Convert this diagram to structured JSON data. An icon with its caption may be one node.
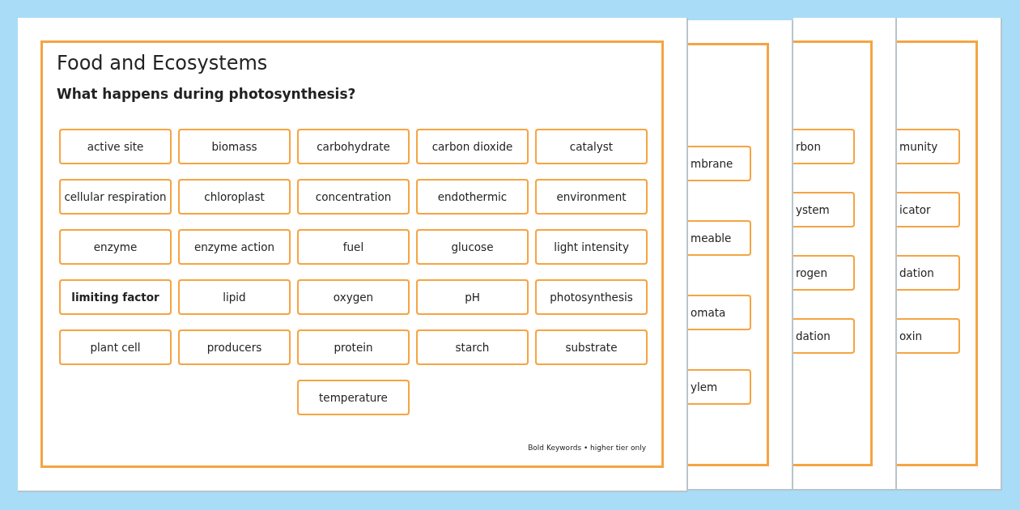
{
  "diagram": {
    "nodes": [
      {
        "text": [
          "Food and Ecosystems",
          "What happens during photosynthesis?"
        ]
      },
      {
        "text": [
          "active site"
        ],
        "in": 0
      },
      {
        "text": [
          "biomass"
        ],
        "in": 0
      },
      {
        "text": [
          "carbohydrate"
        ],
        "in": 0
      },
      {
        "text": [
          "carbon dioxide"
        ],
        "in": 0
      },
      {
        "text": [
          "catalyst"
        ],
        "in": 0
      },
      {
        "text": [
          "cellular respiration"
        ],
        "in": 0
      },
      {
        "text": [
          "chloroplast"
        ],
        "in": 0
      },
      {
        "text": [
          "concentration"
        ],
        "in": 0
      },
      {
        "text": [
          "endothermic"
        ],
        "in": 0
      },
      {
        "text": [
          "environment"
        ],
        "in": 0
      },
      {
        "text": [
          "enzyme"
        ],
        "in": 0
      },
      {
        "text": [
          "enzyme action"
        ],
        "in": 0
      },
      {
        "text": [
          "fuel"
        ],
        "in": 0
      },
      {
        "text": [
          "glucose"
        ],
        "in": 0
      },
      {
        "text": [
          "light intensity"
        ],
        "in": 0
      },
      {
        "text": [
          "limiting factor"
        ],
        "in": 0
      },
      {
        "text": [
          "lipid"
        ],
        "in": 0
      },
      {
        "text": [
          "oxygen"
        ],
        "in": 0
      },
      {
        "text": [
          "pH"
        ],
        "in": 0
      },
      {
        "text": [
          "photosynthesis"
        ],
        "in": 0
      },
      {
        "text": [
          "plant cell"
        ],
        "in": 0
      },
      {
        "text": [
          "producers"
        ],
        "in": 0
      },
      {
        "text": [
          "protein"
        ],
        "in": 0
      },
      {
        "text": [
          "starch"
        ],
        "in": 0
      },
      {
        "text": [
          "substrate"
        ],
        "in": 0
      },
      {
        "text": [
          "temperature"
        ],
        "in": 0
      },
      {
        "text": [],
        "shape": "box"
      },
      {
        "text": [
          "mbrane"
        ],
        "in": 27
      },
      {
        "text": [
          "meable"
        ],
        "in": 27
      },
      {
        "text": [
          "omata"
        ],
        "in": 27
      },
      {
        "text": [
          "ylem"
        ],
        "in": 27
      },
      {
        "text": [],
        "shape": "box"
      },
      {
        "text": [
          "rbon"
        ],
        "in": 32
      },
      {
        "text": [
          "ystem"
        ],
        "in": 32
      },
      {
        "text": [
          "rogen"
        ],
        "in": 32
      },
      {
        "text": [
          "dation"
        ],
        "in": 32
      },
      {
        "text": [],
        "shape": "box"
      },
      {
        "text": [
          "munity"
        ],
        "in": 37
      },
      {
        "text": [
          "icator"
        ],
        "in": 37
      },
      {
        "text": [
          "dation"
        ],
        "in": 37
      },
      {
        "text": [
          "oxin"
        ],
        "in": 37
      }
    ],
    "edges": [],
    "labels": [
      "Bold Keywords • higher tier only"
    ]
  }
}
